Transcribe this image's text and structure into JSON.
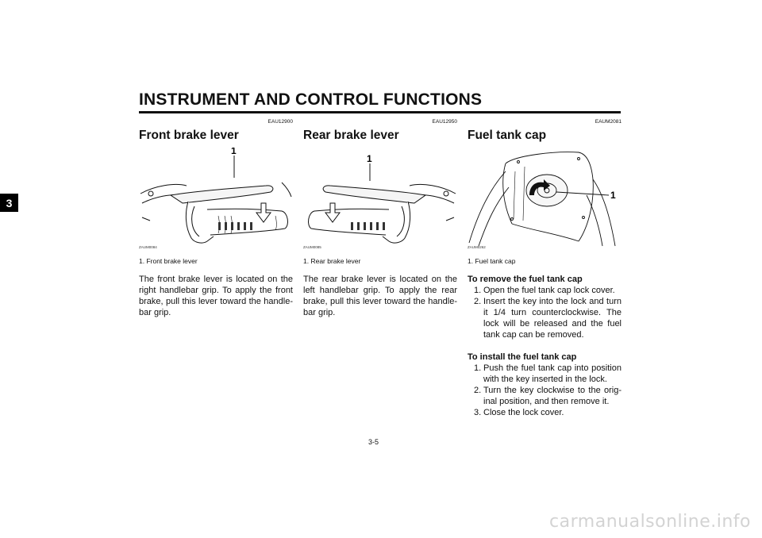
{
  "header": {
    "title": "INSTRUMENT AND CONTROL FUNCTIONS"
  },
  "tab": {
    "label": "3"
  },
  "page_number": "3-5",
  "watermark": "carmanualsonline.info",
  "sections": [
    {
      "code": "EAU12900",
      "title": "Front brake lever",
      "figure": {
        "callout": "1",
        "code": "ZAUM0084"
      },
      "caption": "1.  Front brake lever",
      "body": "The front brake lever is located on the right handlebar grip. To apply the front brake, pull this lever toward the handle-bar grip."
    },
    {
      "code": "EAU12950",
      "title": "Rear brake lever",
      "figure": {
        "callout": "1",
        "code": "ZAUM0085"
      },
      "caption": "1.  Rear brake lever",
      "body": "The rear brake lever is located on the left handlebar grip. To apply the rear brake, pull this lever toward the handle-bar grip."
    },
    {
      "code": "EAUM2081",
      "title": "Fuel tank cap",
      "figure": {
        "callout": "1",
        "code": "ZAUM0262"
      },
      "caption": "1.  Fuel tank cap",
      "remove": {
        "heading": "To remove the fuel tank cap",
        "steps": [
          {
            "num": "1.",
            "text": "Open the fuel tank cap lock cover."
          },
          {
            "num": "2.",
            "text": "Insert the key into the lock and turn it 1/4 turn counterclockwise. The lock will be released and the fuel tank cap can be removed."
          }
        ]
      },
      "install": {
        "heading": "To install the fuel tank cap",
        "steps": [
          {
            "num": "1.",
            "text": "Push the fuel tank cap into position with the key inserted in the lock."
          },
          {
            "num": "2.",
            "text": "Turn the key clockwise to the orig-inal position, and then remove it."
          },
          {
            "num": "3.",
            "text": "Close the lock cover."
          }
        ]
      }
    }
  ]
}
